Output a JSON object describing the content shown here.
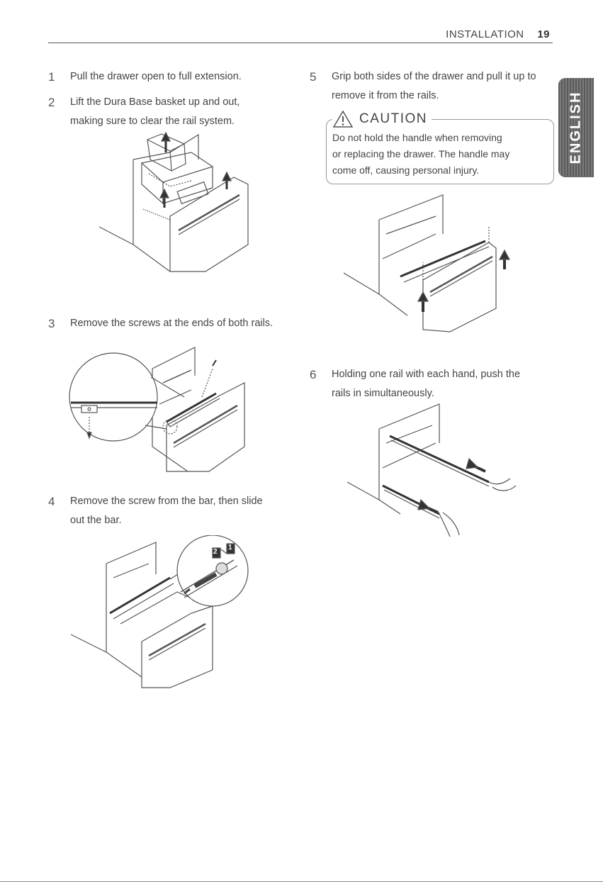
{
  "header": {
    "section": "INSTALLATION",
    "page_number": "19"
  },
  "side_tab": {
    "label": "ENGLISH"
  },
  "steps": [
    {
      "number": "1",
      "lines": [
        "Pull the drawer open to full extension."
      ]
    },
    {
      "number": "2",
      "lines": [
        "Lift the Dura Base basket up and out,",
        "making sure to clear the rail system."
      ]
    },
    {
      "number": "3",
      "lines": [
        "Remove the screws at the ends of both rails."
      ]
    },
    {
      "number": "4",
      "lines": [
        "Remove the screw from the bar, then slide",
        "out the bar."
      ]
    },
    {
      "number": "5",
      "lines": [
        "Grip both sides of the drawer and pull it up to",
        "remove it from the rails."
      ]
    },
    {
      "number": "6",
      "lines": [
        "Holding one rail with each hand, push the",
        "rails in simultaneously."
      ]
    }
  ],
  "caution": {
    "title": "CAUTION",
    "lines": [
      "Do not hold the handle when removing",
      "or replacing the drawer. The handle may",
      "come off, causing personal injury."
    ]
  },
  "illustration_callouts": {
    "one": "1",
    "two": "2"
  }
}
